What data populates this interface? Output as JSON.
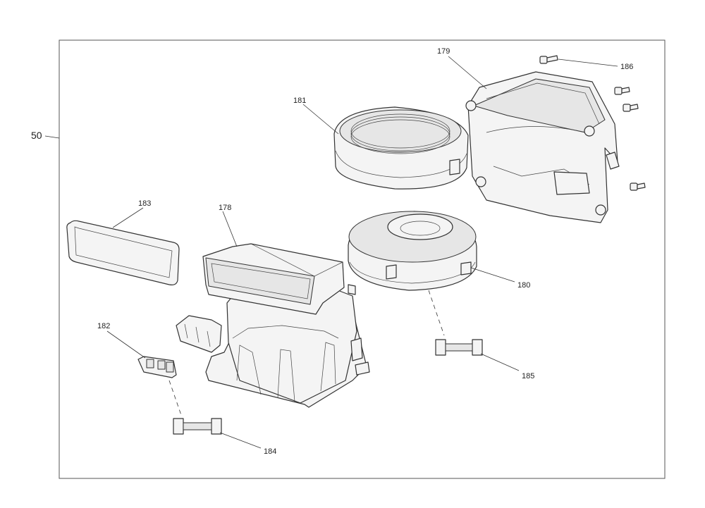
{
  "group_label": "50",
  "callouts": {
    "c178": "178",
    "c179": "179",
    "c180": "180",
    "c181": "181",
    "c182": "182",
    "c183": "183",
    "c184": "184",
    "c185": "185",
    "c186": "186"
  }
}
